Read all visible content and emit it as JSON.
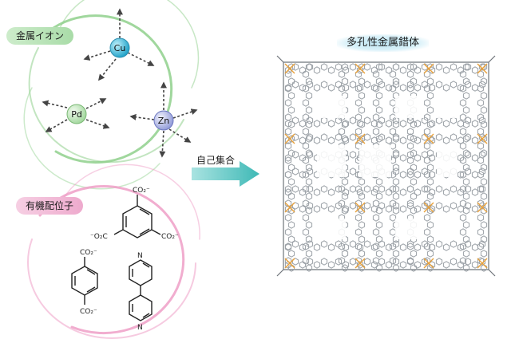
{
  "labels": {
    "metal_ions": "金属イオン",
    "organic_ligands": "有機配位子",
    "self_assembly": "自己集合",
    "mof": "多孔性金属錯体"
  },
  "metals": [
    {
      "symbol": "Cu",
      "color": "#3fb6d6"
    },
    {
      "symbol": "Pd",
      "color": "#b8e0b0"
    },
    {
      "symbol": "Zn",
      "color": "#aeb6e4"
    }
  ],
  "ligand_groups": {
    "btc_top": "CO₂⁻",
    "btc_left": "⁻O₂C",
    "btc_right": "CO₂⁻",
    "bdc_top": "CO₂⁻",
    "bdc_bottom": "CO₂⁻",
    "bipyridine_atom_top": "N",
    "bipyridine_atom_bottom": "N"
  },
  "colors": {
    "metal_swirl": "#8fd08c",
    "ligand_swirl": "#ef9fc7",
    "arrow": "#5cc7c4",
    "framework": "#9aa0a6",
    "framework_dark": "#6e747a",
    "metal_node": "#e9a13a"
  }
}
